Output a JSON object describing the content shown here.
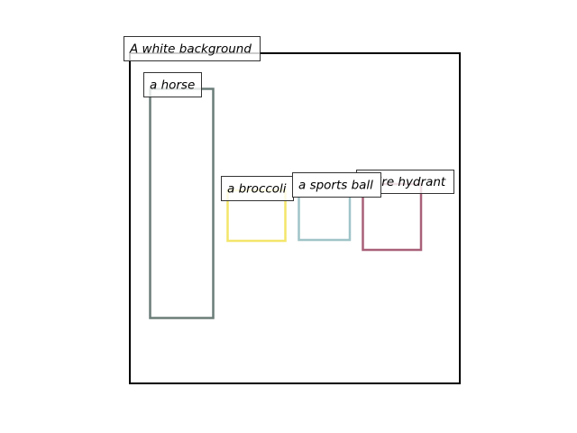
{
  "scene": {
    "background_label": "A white background",
    "objects": [
      {
        "label": "a horse",
        "color": "#6b7d78"
      },
      {
        "label": "a broccoli",
        "color": "#f3e66a"
      },
      {
        "label": "a sports ball",
        "color": "#9fc4c8"
      },
      {
        "label": "a fire hydrant",
        "color": "#a86078"
      }
    ]
  }
}
